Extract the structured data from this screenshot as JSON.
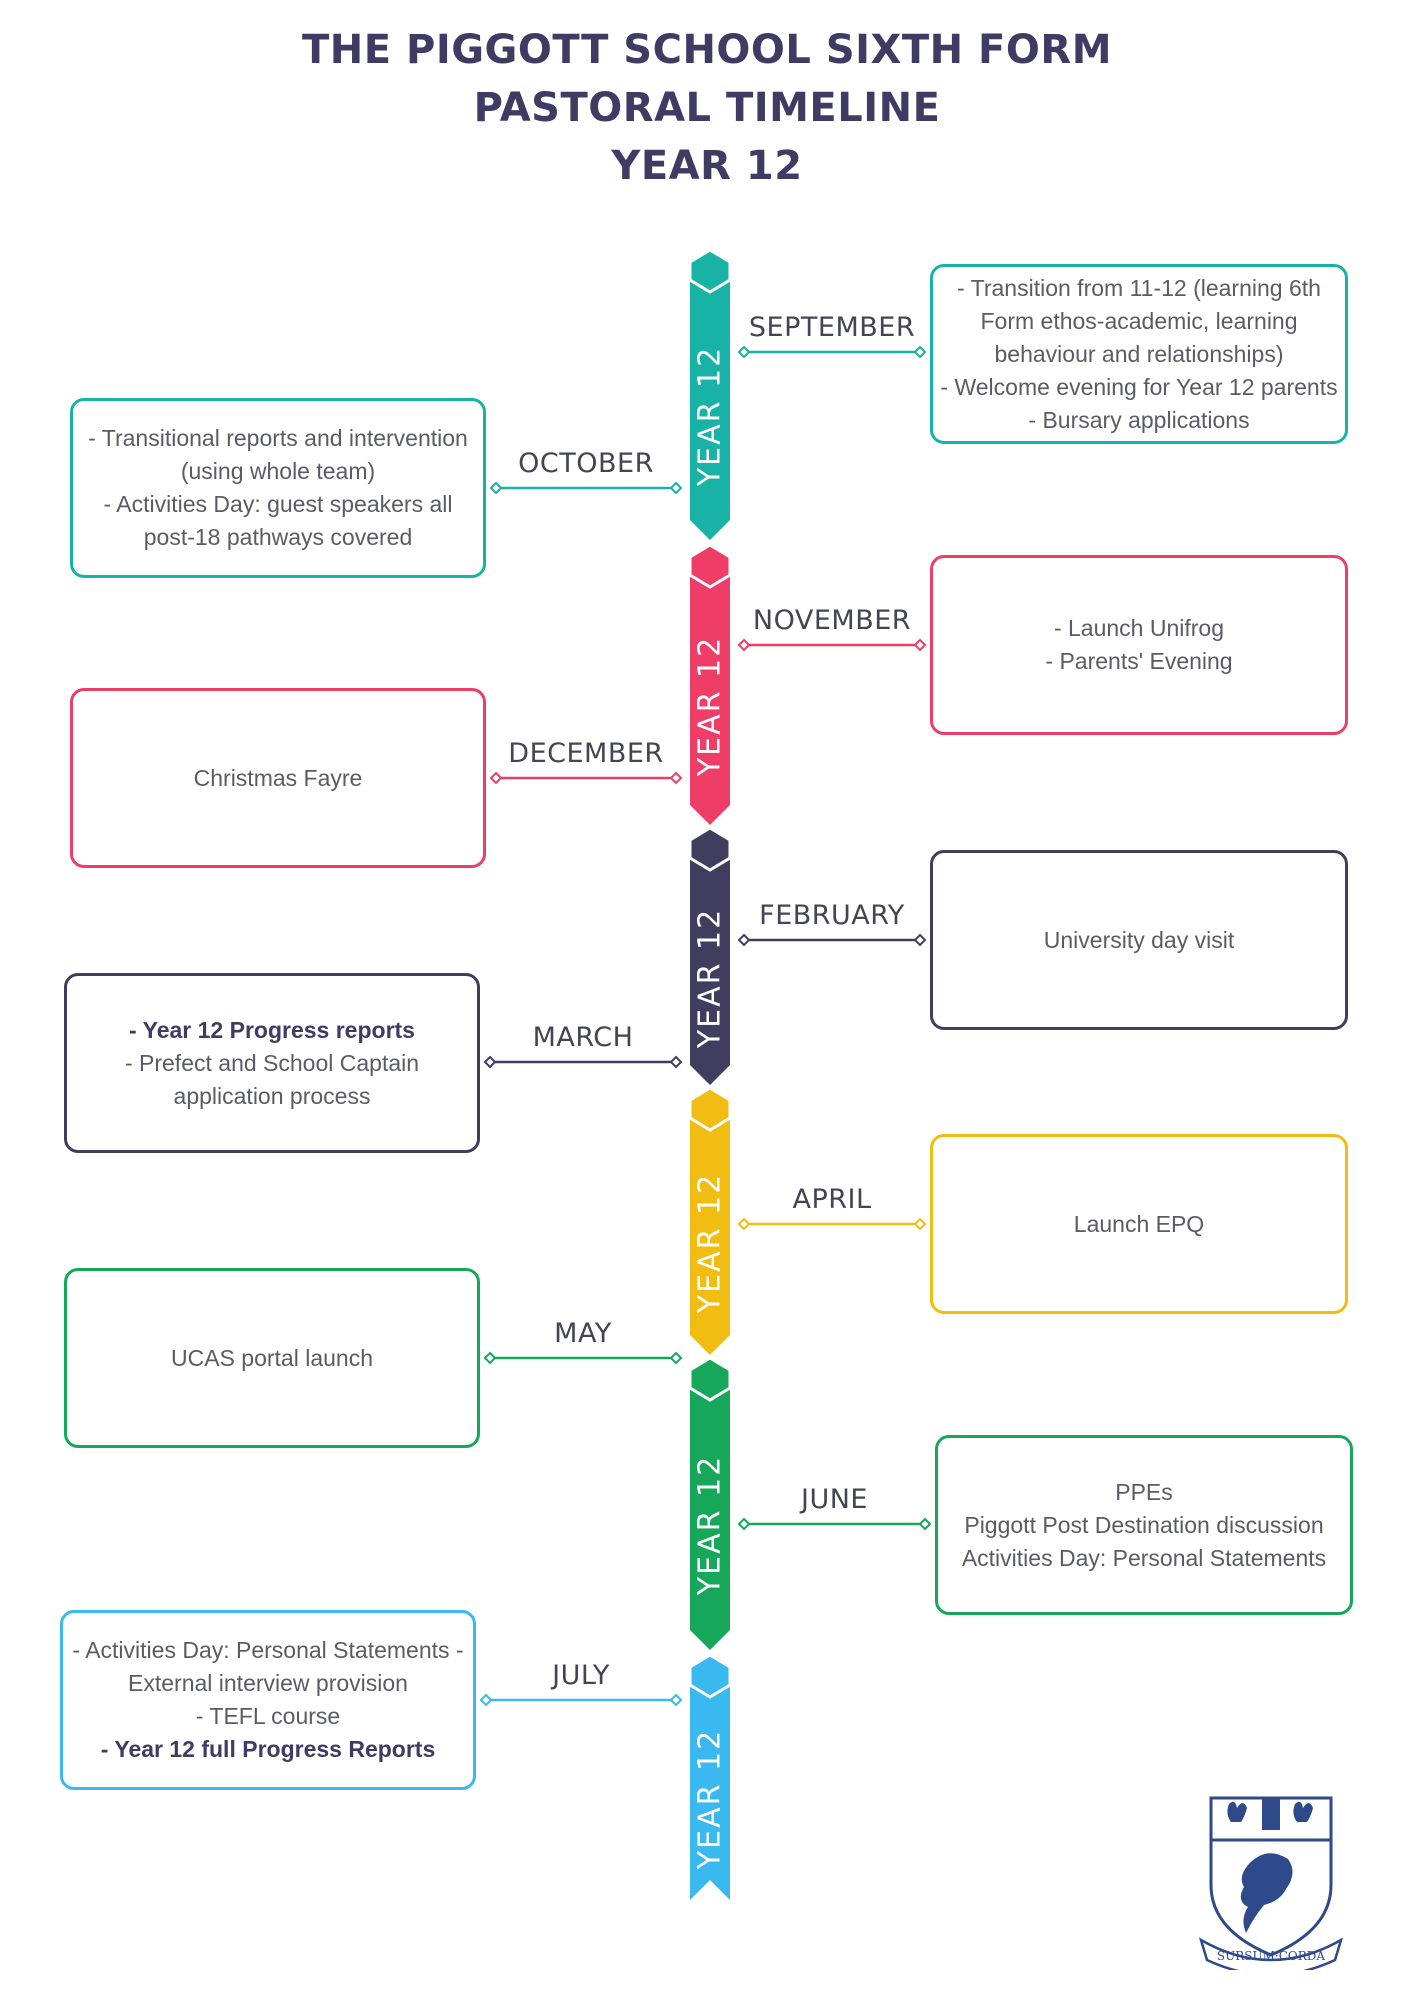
{
  "title": {
    "line1": "THE PIGGOTT SCHOOL SIXTH FORM",
    "line2": "PASTORAL TIMELINE",
    "line3": "YEAR 12"
  },
  "colors": {
    "teal": "#18b2a6",
    "pink": "#ee3d66",
    "navy": "#403d5f",
    "yellow": "#f2bd13",
    "green": "#16a75a",
    "blue": "#3ab8f0",
    "title": "#3f3b62"
  },
  "segments": [
    {
      "label": "YEAR 12",
      "color": "#18b2a6"
    },
    {
      "label": "YEAR 12",
      "color": "#ee3d66"
    },
    {
      "label": "YEAR 12",
      "color": "#403d5f"
    },
    {
      "label": "YEAR 12",
      "color": "#f2bd13"
    },
    {
      "label": "YEAR 12",
      "color": "#16a75a"
    },
    {
      "label": "YEAR 12",
      "color": "#3ab8f0"
    }
  ],
  "events": [
    {
      "month": "SEPTEMBER",
      "color": "#18b2a6",
      "lines": [
        {
          "text": "- Transition from 11-12 (learning 6th"
        },
        {
          "text": "Form ethos-academic, learning"
        },
        {
          "text": "behaviour and relationships)"
        },
        {
          "text": "- Welcome evening for Year 12 parents"
        },
        {
          "text": "- Bursary applications"
        }
      ]
    },
    {
      "month": "OCTOBER",
      "color": "#18b2a6",
      "lines": [
        {
          "text": "- Transitional reports and intervention"
        },
        {
          "text": "(using whole team)"
        },
        {
          "text": "- Activities Day: guest speakers all"
        },
        {
          "text": "post-18 pathways covered"
        }
      ]
    },
    {
      "month": "NOVEMBER",
      "color": "#ee3d66",
      "lines": [
        {
          "text": "- Launch Unifrog"
        },
        {
          "text": "- Parents' Evening"
        }
      ]
    },
    {
      "month": "DECEMBER",
      "color": "#ee3d66",
      "lines": [
        {
          "text": "Christmas Fayre"
        }
      ]
    },
    {
      "month": "FEBRUARY",
      "color": "#403d5f",
      "lines": [
        {
          "text": "University day visit"
        }
      ]
    },
    {
      "month": "MARCH",
      "color": "#403d5f",
      "lines": [
        {
          "text": "- Year 12 Progress reports",
          "bold": true
        },
        {
          "text": "- Prefect and School Captain"
        },
        {
          "text": "application process"
        }
      ]
    },
    {
      "month": "APRIL",
      "color": "#f2bd13",
      "lines": [
        {
          "text": "Launch EPQ"
        }
      ]
    },
    {
      "month": "MAY",
      "color": "#16a75a",
      "lines": [
        {
          "text": "UCAS portal launch"
        }
      ]
    },
    {
      "month": "JUNE",
      "color": "#16a75a",
      "lines": [
        {
          "text": "PPEs"
        },
        {
          "text": "Piggott Post Destination discussion"
        },
        {
          "text": "Activities Day: Personal Statements"
        }
      ]
    },
    {
      "month": "JULY",
      "color": "#3ab8f0",
      "lines": [
        {
          "text": "- Activities Day: Personal Statements -"
        },
        {
          "text": "External interview provision"
        },
        {
          "text": "- TEFL course"
        },
        {
          "text": "- Year 12 full Progress Reports",
          "bold": true
        }
      ]
    }
  ],
  "crest": {
    "motto": "SURSUM·CORDA",
    "icon": "school-crest-icon",
    "color": "#2f4a8a"
  }
}
